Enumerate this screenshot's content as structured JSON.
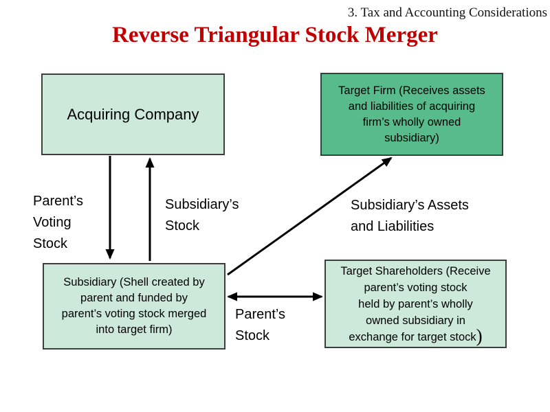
{
  "page": {
    "corner_note": "3. Tax and Accounting Considerations",
    "title": "Reverse Triangular Stock Merger"
  },
  "boxes": {
    "acquiring_company": {
      "text": "Acquiring Company"
    },
    "target_firm": {
      "text": "Target Firm (Receives assets\nand liabilities of acquiring\nfirm’s wholly owned\nsubsidiary)"
    },
    "subsidiary": {
      "text": "Subsidiary (Shell created by\nparent and funded by\nparent’s voting stock merged\ninto target firm)"
    },
    "target_shareholders": {
      "text": "Target Shareholders (Receive\nparent’s voting stock\nheld by parent’s wholly\nowned subsidiary in\nexchange for target stock",
      "closing_paren": ")"
    }
  },
  "arrow_labels": {
    "parents_voting_stock": "Parent’s\nVoting\nStock",
    "subsidiarys_stock": "Subsidiary’s\nStock",
    "subsidiarys_assets": "Subsidiary’s Assets\nand Liabilities",
    "parents_stock": "Parent’s\nStock"
  },
  "arrows": [
    {
      "name": "parents-voting-stock-arrow",
      "from": "acquiring_company",
      "to": "subsidiary",
      "direction": "down"
    },
    {
      "name": "subsidiarys-stock-arrow",
      "from": "subsidiary",
      "to": "acquiring_company",
      "direction": "up"
    },
    {
      "name": "subsidiarys-assets-arrow",
      "from": "subsidiary",
      "to": "target_firm",
      "direction": "diagonal-up-right"
    },
    {
      "name": "parents-stock-arrow",
      "from": "subsidiary",
      "to": "target_shareholders",
      "direction": "both"
    }
  ],
  "colors": {
    "title": "#c00000",
    "box_light": "#cce9da",
    "box_dark": "#58bb8c",
    "border": "#3d3d3d",
    "arrow": "#000000"
  }
}
